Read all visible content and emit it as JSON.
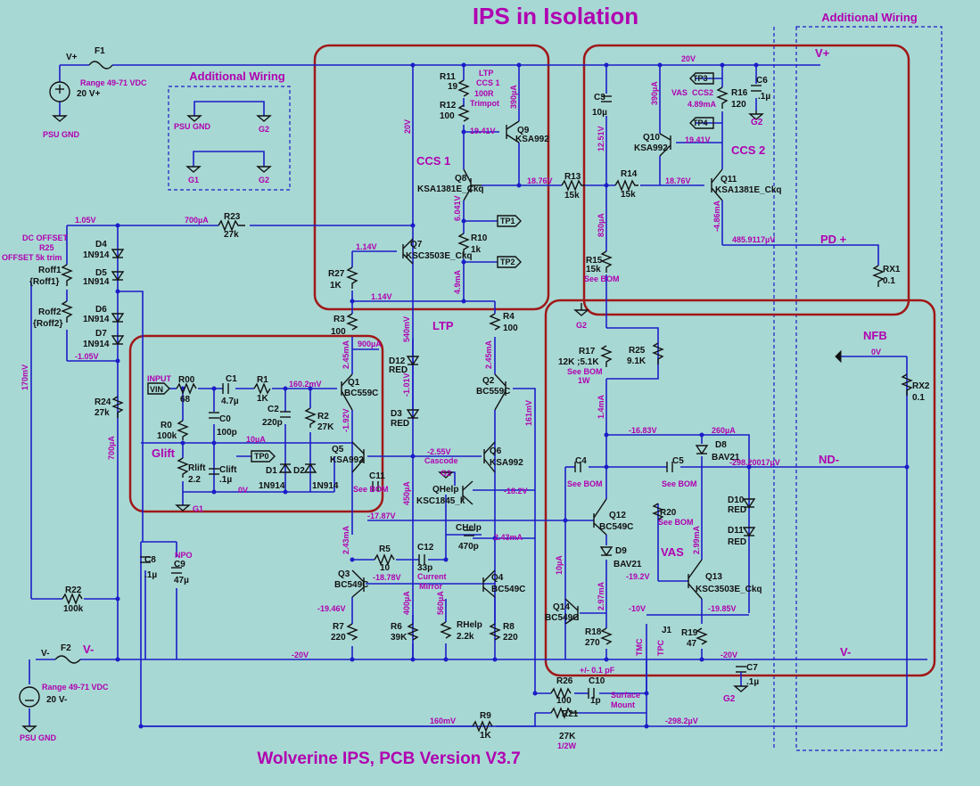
{
  "title": "IPS in Isolation",
  "subtitle": "Wolverine IPS, PCB Version V3.7",
  "additional_wiring_right": "Additional Wiring",
  "additional_wiring_left": "Additional Wiring",
  "sections": {
    "ccs1": "CCS 1",
    "ccs2": "CCS 2",
    "ltp": "LTP",
    "vas": "VAS",
    "nfb": "NFB",
    "pd_plus": "PD +",
    "nd_minus": "ND-",
    "glift": "Glift",
    "vplus": "V+",
    "vminus": "V-"
  },
  "power": {
    "f1": "F1",
    "f2": "F2",
    "vplus_label": "V+",
    "vminus_label": "V-",
    "range_top": "Range 49-71 VDC",
    "range_bottom": "Range 49-71 VDC",
    "src_top": "20  V+",
    "src_bottom": "20 V-",
    "psu_gnd": "PSU GND"
  },
  "wiring": {
    "psu_gnd": "PSU GND",
    "g1": "G1",
    "g2a": "G2",
    "g2b": "G2"
  },
  "components": [
    {
      "ref": "R11",
      "val": "19"
    },
    {
      "ref": "R12",
      "val": "100"
    },
    {
      "ref": "Q9",
      "val": "KSA992"
    },
    {
      "ref": "Q8",
      "val": "KSA1381E_Ckq"
    },
    {
      "ref": "Q7",
      "val": "KSC3503E_Ckq"
    },
    {
      "ref": "R10",
      "val": "1k"
    },
    {
      "ref": "R27",
      "val": "1K"
    },
    {
      "ref": "R13",
      "val": "15k"
    },
    {
      "ref": "R14",
      "val": "15k"
    },
    {
      "ref": "R15",
      "val": "15k"
    },
    {
      "ref": "R16",
      "val": "120"
    },
    {
      "ref": "C6",
      "val": ".1µ"
    },
    {
      "ref": "C3",
      "val": "10µ"
    },
    {
      "ref": "Q10",
      "val": "KSA992"
    },
    {
      "ref": "Q11",
      "val": "KSA1381E_Ckq"
    },
    {
      "ref": "RX1",
      "val": "0.1"
    },
    {
      "ref": "R23",
      "val": "27k"
    },
    {
      "ref": "D4",
      "val": "1N914"
    },
    {
      "ref": "D5",
      "val": "1N914"
    },
    {
      "ref": "D6",
      "val": "1N914"
    },
    {
      "ref": "D7",
      "val": "1N914"
    },
    {
      "ref": "Roff1",
      "val": "{Roff1}"
    },
    {
      "ref": "Roff2",
      "val": "{Roff2}"
    },
    {
      "ref": "R24",
      "val": "27k"
    },
    {
      "ref": "R3",
      "val": "100"
    },
    {
      "ref": "R4",
      "val": "100"
    },
    {
      "ref": "Q1",
      "val": "BC559C"
    },
    {
      "ref": "Q2",
      "val": "BC559C"
    },
    {
      "ref": "D12",
      "val": "RED"
    },
    {
      "ref": "D3",
      "val": "RED"
    },
    {
      "ref": "R00",
      "val": "68"
    },
    {
      "ref": "C1",
      "val": "4.7µ"
    },
    {
      "ref": "R1",
      "val": "1K"
    },
    {
      "ref": "C2",
      "val": "220p"
    },
    {
      "ref": "R2",
      "val": "27K"
    },
    {
      "ref": "R0",
      "val": "100k"
    },
    {
      "ref": "C0",
      "val": "100p"
    },
    {
      "ref": "Rlift",
      "val": "2.2"
    },
    {
      "ref": "Clift",
      "val": ".1µ"
    },
    {
      "ref": "D1",
      "val": "1N914"
    },
    {
      "ref": "D2",
      "val": "1N914"
    },
    {
      "ref": "Q5",
      "val": "KSA992"
    },
    {
      "ref": "C11",
      "val": "See BOM"
    },
    {
      "ref": "Q6",
      "val": "KSA992"
    },
    {
      "ref": "QHelp",
      "val": "KSC1845_k"
    },
    {
      "ref": "CHelp",
      "val": "470p"
    },
    {
      "ref": "R5",
      "val": "10"
    },
    {
      "ref": "C12",
      "val": "33p"
    },
    {
      "ref": "Q3",
      "val": "BC549C"
    },
    {
      "ref": "Q4",
      "val": "BC549C"
    },
    {
      "ref": "R7",
      "val": "220"
    },
    {
      "ref": "R6",
      "val": "39K"
    },
    {
      "ref": "RHelp",
      "val": "2.2k"
    },
    {
      "ref": "R8",
      "val": "220"
    },
    {
      "ref": "C8",
      "val": ".1µ"
    },
    {
      "ref": "C9",
      "val": "47µ"
    },
    {
      "ref": "R22",
      "val": "100k"
    },
    {
      "ref": "R17",
      "val": "12K ;5.1K"
    },
    {
      "ref": "R25",
      "val": "9.1K"
    },
    {
      "ref": "D8",
      "val": "BAV21"
    },
    {
      "ref": "C4",
      "val": "See BOM"
    },
    {
      "ref": "C5",
      "val": "See BOM"
    },
    {
      "ref": "Q12",
      "val": "BC549C"
    },
    {
      "ref": "D9",
      "val": "BAV21"
    },
    {
      "ref": "R20",
      "val": "See BOM"
    },
    {
      "ref": "Q13",
      "val": "KSC3503E_Ckq"
    },
    {
      "ref": "Q14",
      "val": "BC549C"
    },
    {
      "ref": "R18",
      "val": "270"
    },
    {
      "ref": "R19",
      "val": "47"
    },
    {
      "ref": "D10",
      "val": "RED"
    },
    {
      "ref": "D11",
      "val": "RED"
    },
    {
      "ref": "RX2",
      "val": "0.1"
    },
    {
      "ref": "C7",
      "val": ".1µ"
    },
    {
      "ref": "R26",
      "val": "100"
    },
    {
      "ref": "C10",
      "val": "1p"
    },
    {
      "ref": "R9",
      "val": "1K"
    },
    {
      "ref": "R21",
      "val": "27K"
    }
  ],
  "annotations": {
    "ltp_ccs": "LTP",
    "ccs_1": "CCS 1",
    "r100_trimpot": "100R",
    "trimpot": "Trimpot",
    "vas_ccs": "VAS",
    "ccs_2": "CCS2",
    "dc_offset": "DC OFFSET",
    "r25_trim": "R25",
    "trim_5k": "5k trim",
    "offset": "OFFSET",
    "see_bom_r15": "See BOM",
    "see_bom_r17": "See BOM",
    "r17_1w": "1W",
    "cascode": "Cascode",
    "current_mirror_1": "Current",
    "current_mirror_2": "Mirror",
    "npo": "NPO",
    "input": "INPUT",
    "vin": "VIN",
    "tp0": "TP0",
    "tp1": "TP1",
    "tp2": "TP2",
    "tp3": "TP3",
    "tp4": "TP4",
    "j1": "J1",
    "tmc": "TMC",
    "tpc": "TPC",
    "c10_tol": "+/- 0.1 pF",
    "surface_mount_1": "Surface",
    "surface_mount_2": "Mount",
    "r21_power": "1/2W",
    "g2": "G2",
    "g1": "G1"
  },
  "readings": {
    "v20_top": "20V",
    "v20_ccs": "20V",
    "v1941_a": "19.41V",
    "v390ua_a": "390µA",
    "v390ua_b": "390µA",
    "v1876_a": "18.76V",
    "v1876_b": "18.76V",
    "v6041": "6.041V",
    "v114_a": "1.14V",
    "v114_b": "1.14V",
    "i49ma": "4.9mA",
    "v1251": "12.51V",
    "v1941_b": "19.41V",
    "i489ma": "4.89mA",
    "i830ua": "830µA",
    "i486ma": "-4.86mA",
    "v485": "485.9117µV",
    "v105": "1.05V",
    "i700ua": "700µA",
    "v105n": "-1.05V",
    "v170mv": "170mV",
    "i700ua_b": "700µA",
    "i900ua": "900µA",
    "i245_a": "2.45mA",
    "i245_b": "2.45mA",
    "v540mv": "540mV",
    "v101n": "-1.01V",
    "v1602mv": "160.2mV",
    "v192n": "-1.92V",
    "i10ua": "10µA",
    "v0_glift": "0V",
    "v255n": "-2.55V",
    "v161mv": "161mV",
    "i450ua": "450µA",
    "v182n": "-18.2V",
    "v1787n": "-17.87V",
    "i243_a": "2.43mA",
    "i243_b": "2.43mA",
    "v1878n": "-18.78V",
    "v1946n": "-19.46V",
    "i400ua": "400µA",
    "i560ua": "560µA",
    "v20n": "-20V",
    "v20n_b": "-20V",
    "i14ma": "1.4mA",
    "v1683n": "-16.83V",
    "i260ua": "260µA",
    "v298uv": "-298.20017µV",
    "v0_nfb": "0V",
    "i10ua_b": "10µA",
    "i297ma": "2.97mA",
    "i299ma": "2.99mA",
    "v192n_b": "-19.2V",
    "v10n": "-10V",
    "v1985n": "-19.85V",
    "v160mv": "160mV",
    "v2982uv": "-298.2µV"
  }
}
